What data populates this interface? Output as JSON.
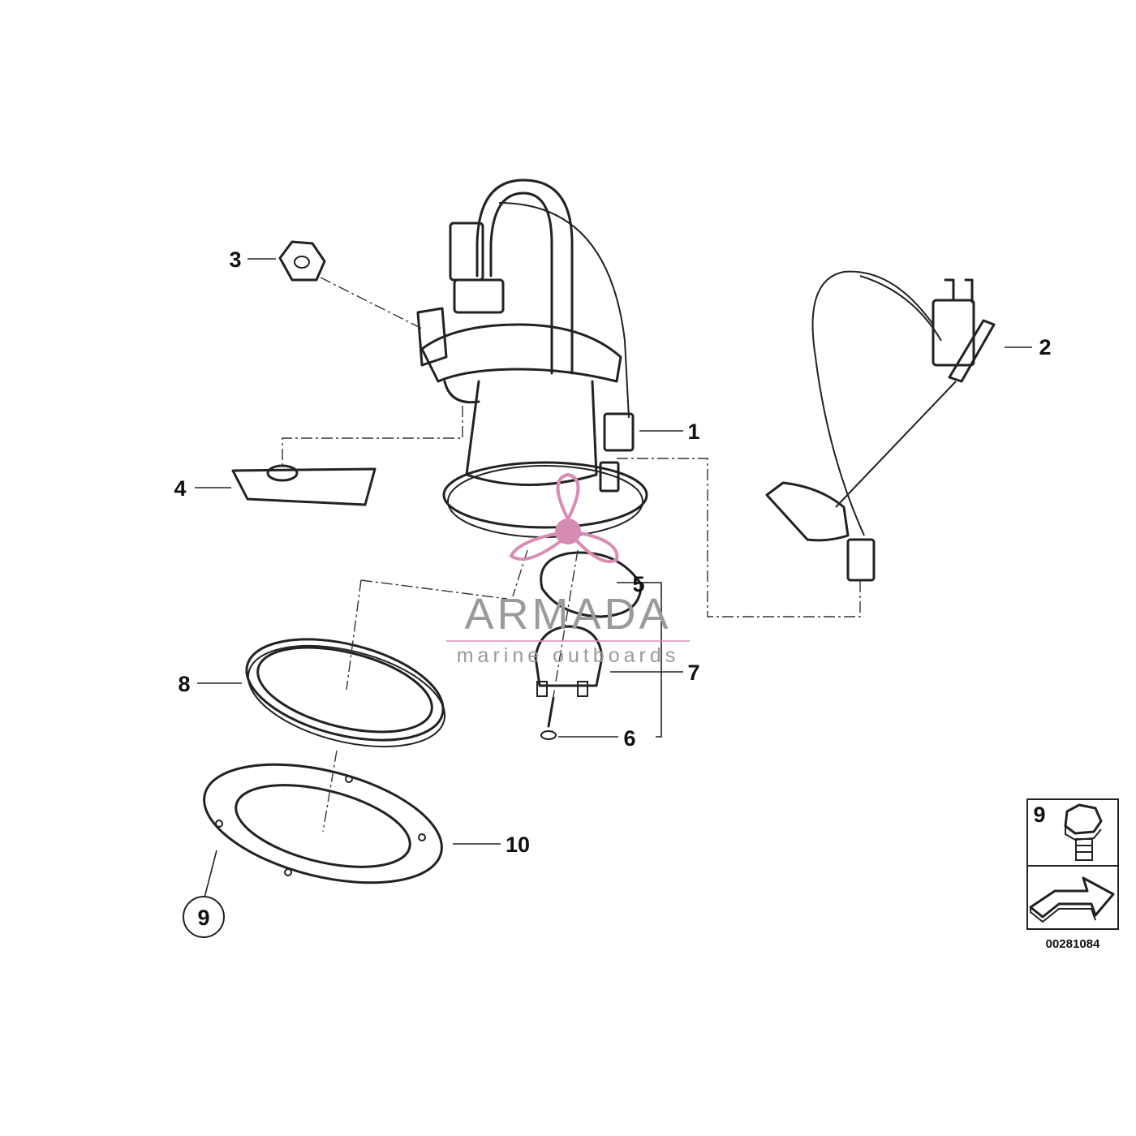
{
  "callouts": [
    {
      "id": "c1",
      "label": "1"
    },
    {
      "id": "c2",
      "label": "2"
    },
    {
      "id": "c3",
      "label": "3"
    },
    {
      "id": "c4",
      "label": "4"
    },
    {
      "id": "c5",
      "label": "5"
    },
    {
      "id": "c6",
      "label": "6"
    },
    {
      "id": "c7",
      "label": "7"
    },
    {
      "id": "c8",
      "label": "8"
    },
    {
      "id": "c9",
      "label": "9"
    },
    {
      "id": "c10",
      "label": "10"
    }
  ],
  "legend_box": {
    "label": "9"
  },
  "reference_number": "00281084",
  "watermark": {
    "title": "ARMADA",
    "subtitle": "marine outboards",
    "accent_color": "#d98cb3",
    "icon": "propeller-icon"
  },
  "colors": {
    "ink": "#222222",
    "watermark": "#9a9a9a"
  }
}
